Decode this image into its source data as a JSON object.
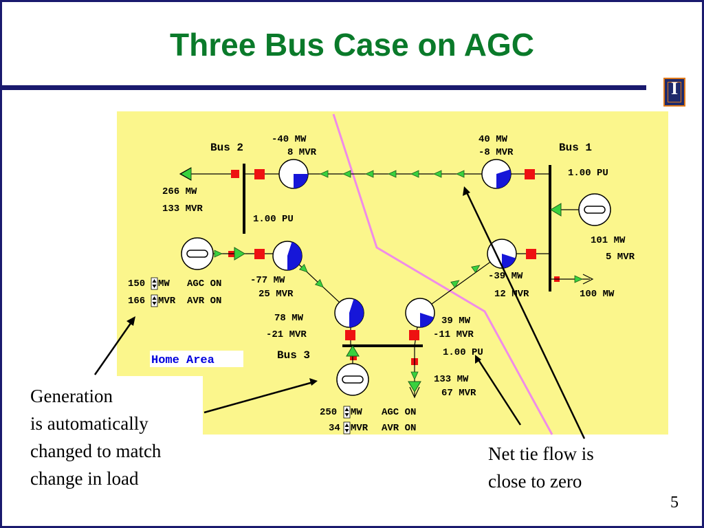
{
  "title": "Three Bus Case on AGC",
  "page_number": "5",
  "logo_text": "I",
  "colors": {
    "title": "#0a7a2a",
    "frame": "#1a1a6e",
    "diagram_bg": "#fbf68c",
    "arrow_fill": "#39d13e",
    "breaker": "#ee1111",
    "pie_fill": "#1616d8",
    "boundary_line": "#f08ce8",
    "home_area": "#0000dd"
  },
  "buses": {
    "bus1": {
      "label": "Bus 1",
      "voltage": "1.00 PU"
    },
    "bus2": {
      "label": "Bus 2",
      "voltage": "1.00 PU"
    },
    "bus3": {
      "label": "Bus 3",
      "voltage": "1.00 PU"
    }
  },
  "flows": {
    "bus2_to_bus1_near_bus2": {
      "mw": "-40 MW",
      "mvr": "8 MVR"
    },
    "bus2_to_bus1_near_bus1": {
      "mw": "40 MW",
      "mvr": "-8 MVR"
    },
    "bus2_to_bus3_near_bus2": {
      "mw": "-77 MW",
      "mvr": "25 MVR"
    },
    "bus2_to_bus3_near_bus3": {
      "mw": "78 MW",
      "mvr": "-21 MVR"
    },
    "bus1_to_bus3_near_bus1": {
      "mw": "-39 MW",
      "mvr": "12 MVR"
    },
    "bus1_to_bus3_near_bus3": {
      "mw": "39 MW",
      "mvr": "-11 MVR"
    }
  },
  "loads": {
    "bus2": {
      "mw": "266 MW",
      "mvr": "133 MVR"
    },
    "bus1": {
      "mw": "100 MW"
    },
    "bus3": {
      "mw": "133 MW",
      "mvr": "67 MVR"
    }
  },
  "generators": {
    "bus1": {
      "mw": "101 MW",
      "mvr": "5 MVR"
    },
    "bus2": {
      "mw_value": "150",
      "mw_unit": "MW",
      "agc": "AGC ON",
      "mvr_value": "166",
      "mvr_unit": "MVR",
      "avr": "AVR ON"
    },
    "bus3": {
      "mw_value": "250",
      "mw_unit": "MW",
      "agc": "AGC ON",
      "mvr_value": "34",
      "mvr_unit": "MVR",
      "avr": "AVR ON"
    }
  },
  "home_area": "Home Area",
  "captions": {
    "left": [
      "Generation",
      "is automatically",
      "changed to match",
      "change in load"
    ],
    "right": [
      "Net tie flow is",
      "close to zero"
    ]
  },
  "pie_levels": {
    "bus2_bus1_line_near_bus2": 0.25,
    "bus2_bus1_line_near_bus1": 0.3,
    "bus2_bus3_line_near_bus2": 0.45,
    "bus2_bus3_line_near_bus3": 0.45,
    "bus1_bus3_line_near_bus1": 0.2,
    "bus1_bus3_line_near_bus3": 0.2
  }
}
